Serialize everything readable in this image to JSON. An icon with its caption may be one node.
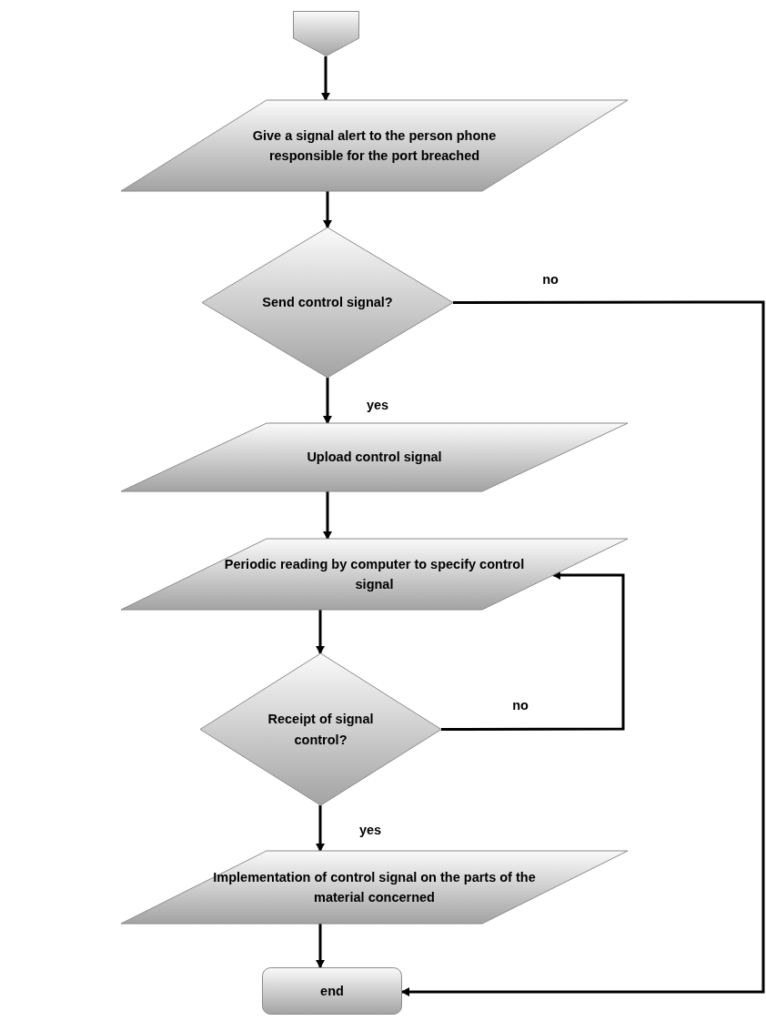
{
  "diagram": {
    "nodes": [
      {
        "text": [],
        "shape": "pentagon"
      },
      {
        "text": [
          "Give a signal alert to the person phone responsible for the port breached"
        ]
      },
      {
        "text": [
          "Send control signal?"
        ]
      },
      {
        "text": [
          "Upload control signal"
        ]
      },
      {
        "text": [
          "Periodic reading by computer to specify control signal"
        ]
      },
      {
        "text": [
          "Receipt of signal control?"
        ]
      },
      {
        "text": [
          "Implementation of control signal on the parts of the material concerned"
        ]
      },
      {
        "text": [
          "end"
        ]
      }
    ],
    "edges": [
      {
        "from": 0,
        "to": 1,
        "arrow": "to"
      },
      {
        "from": 1,
        "to": 2,
        "arrow": "to"
      },
      {
        "from": 2,
        "to": 3,
        "arrow": "to",
        "label": "yes"
      },
      {
        "from": 2,
        "to": 7,
        "arrow": "to",
        "label": "no"
      },
      {
        "from": 3,
        "to": 4,
        "arrow": "to"
      },
      {
        "from": 4,
        "to": 5,
        "arrow": "to"
      },
      {
        "from": 5,
        "to": 6,
        "arrow": "to",
        "label": "yes"
      },
      {
        "from": 5,
        "to": 4,
        "arrow": "to",
        "label": "no"
      },
      {
        "from": 6,
        "to": 7,
        "arrow": "to"
      }
    ]
  }
}
